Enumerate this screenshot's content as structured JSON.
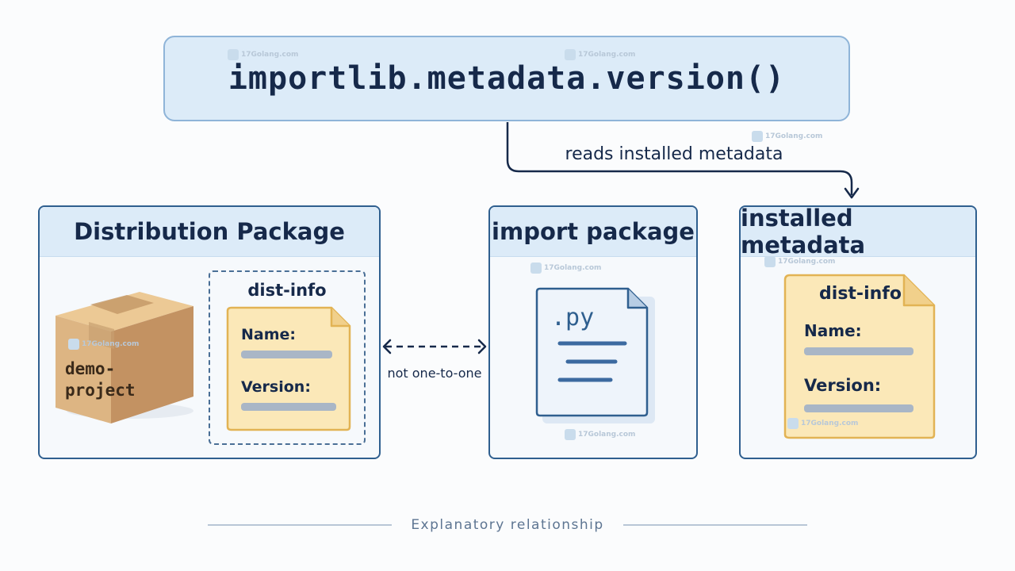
{
  "function_box": {
    "text": "importlib.metadata.version()"
  },
  "arrow_label": "reads installed metadata",
  "panels": {
    "distribution": {
      "title": "Distribution Package",
      "box_label": "demo-\nproject",
      "box_label_line1": "demo-",
      "box_label_line2": "project",
      "dist_info_label": "dist-info",
      "doc": {
        "name_label": "Name:",
        "version_label": "Version:"
      }
    },
    "import": {
      "title": "import package",
      "file_ext": ".py"
    },
    "installed": {
      "title": "installed metadata",
      "doc": {
        "title": "dist-info",
        "name_label": "Name:",
        "version_label": "Version:"
      }
    }
  },
  "relation_label": "not one-to-one",
  "footer": {
    "caption": "Explanatory relationship"
  },
  "watermark": {
    "text": "17Golang.com"
  },
  "colors": {
    "panel_border": "#2f5f8f",
    "header_fill": "#dcebf8",
    "doc_fill": "#fbe8b8",
    "doc_border": "#e2b354",
    "box_fill": "#d9b07e",
    "text": "#16294a"
  },
  "icons": [
    "cardboard-box-icon",
    "document-icon",
    "python-file-icon",
    "double-arrow-icon",
    "elbow-arrow-icon"
  ]
}
